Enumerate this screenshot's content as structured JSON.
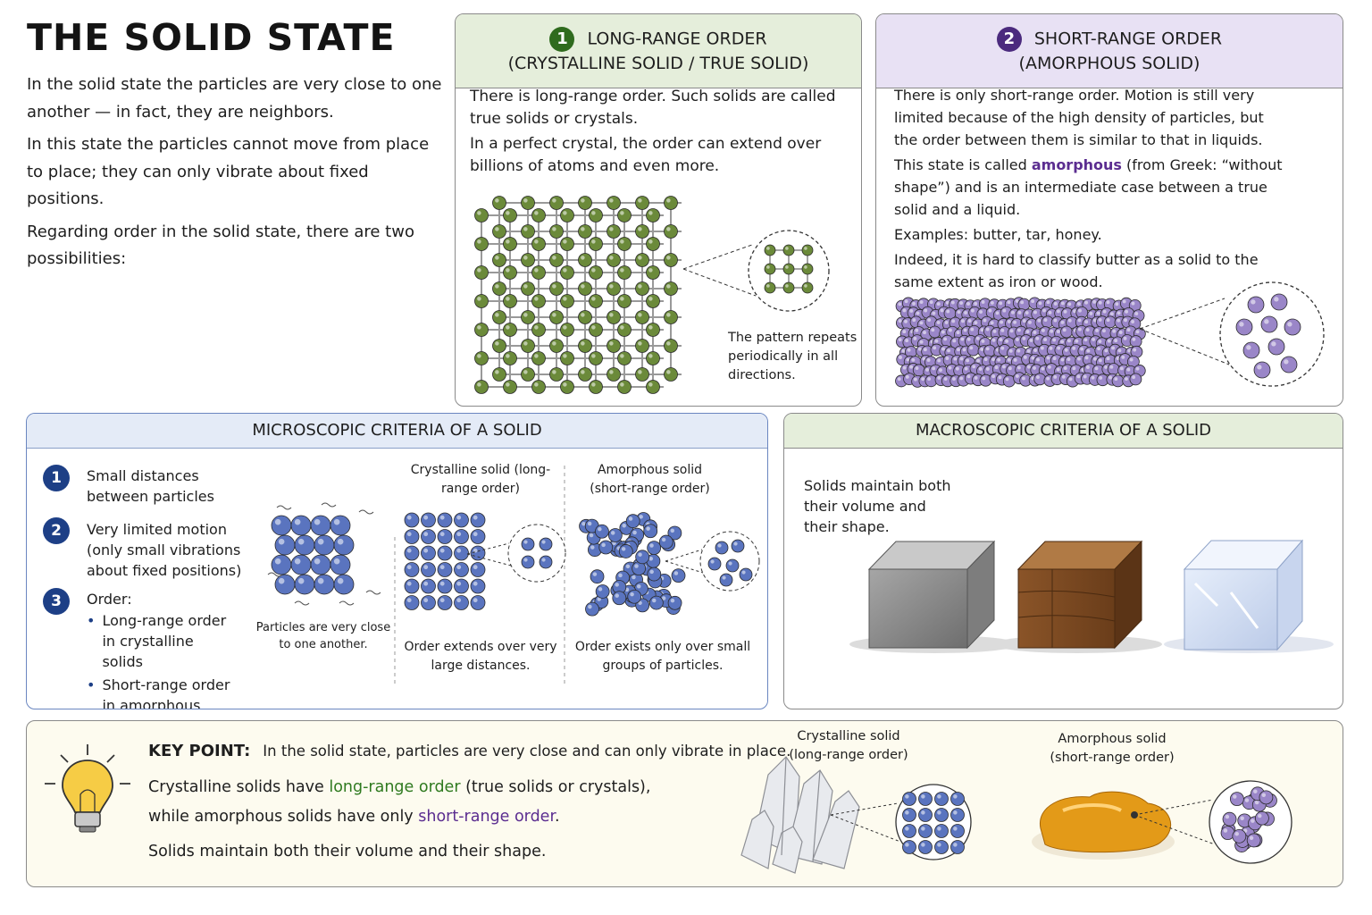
{
  "page": {
    "title": "THE SOLID STATE",
    "intro": [
      "In the solid state the particles are very close to one another — in fact, they are neighbors.",
      "In this state the particles cannot move from place to place; they can only vibrate about fixed positions.",
      "Regarding order in the solid state, there are two possibilities:"
    ]
  },
  "long_range": {
    "number": "1",
    "title_line1": "LONG-RANGE ORDER",
    "title_line2": "(CRYSTALLINE SOLID / TRUE SOLID)",
    "text1": "There is long-range order. Such solids are called true solids or crystals.",
    "text2": "In a perfect crystal, the order can extend over billions of atoms and even more.",
    "caption": "The pattern repeats periodically in all directions."
  },
  "short_range": {
    "number": "2",
    "title_line1": "SHORT-RANGE ORDER",
    "title_line2": "(AMORPHOUS SOLID)",
    "text1": "There is only short-range order. Motion is still very limited because of the high density of particles, but the order between them is similar to that in liquids.",
    "text2_pre": "This state is called ",
    "text2_highlight": "amorphous",
    "text2_post": " (from Greek: “without shape”) and is an intermediate case between a true solid and a liquid.",
    "text3": "Examples: butter, tar, honey.",
    "text4": "Indeed, it is hard to classify butter as a solid to the same extent as iron or wood."
  },
  "micro": {
    "title": "MICROSCOPIC CRITERIA OF A SOLID",
    "criteria": [
      {
        "num": "1",
        "text": "Small distances between particles"
      },
      {
        "num": "2",
        "text": "Very limited motion (only small vibrations about fixed positions)"
      },
      {
        "num": "3",
        "text": "Order:"
      }
    ],
    "order_items": [
      "Long-range order in crystalline solids",
      "Short-range order in amorphous solids"
    ],
    "vibration_caption": "Particles are very close to one another.",
    "crystal_label": "Crystalline solid (long-range order)",
    "crystal_caption": "Order extends over very large distances.",
    "amorphous_label": "Amorphous solid (short-range order)",
    "amorphous_caption": "Order exists only over small groups of particles."
  },
  "macro": {
    "title": "MACROSCOPIC CRITERIA OF A SOLID",
    "text": "Solids maintain both their volume and their shape."
  },
  "key": {
    "label": "KEY POINT:",
    "line1": "In the solid state, particles are very close and can only vibrate in place.",
    "line2_pre": "Crystalline solids have ",
    "line2_hl": "long-range order",
    "line2_post": " (true solids or crystals),",
    "line3_pre": "while amorphous solids have only ",
    "line3_hl": "short-range order",
    "line3_post": ".",
    "line4": "Solids maintain both their volume and their shape.",
    "crystal_label": "Crystalline solid (long-range order)",
    "amorphous_label": "Amorphous solid (short-range order)"
  },
  "colors": {
    "green_particle": "#6b8a3a",
    "purple_particle": "#9a86c8",
    "blue_particle": "#5a74bf",
    "accent_green": "#2f7a1f",
    "accent_purple": "#5b2d90",
    "badge_blue": "#1d3f86"
  }
}
